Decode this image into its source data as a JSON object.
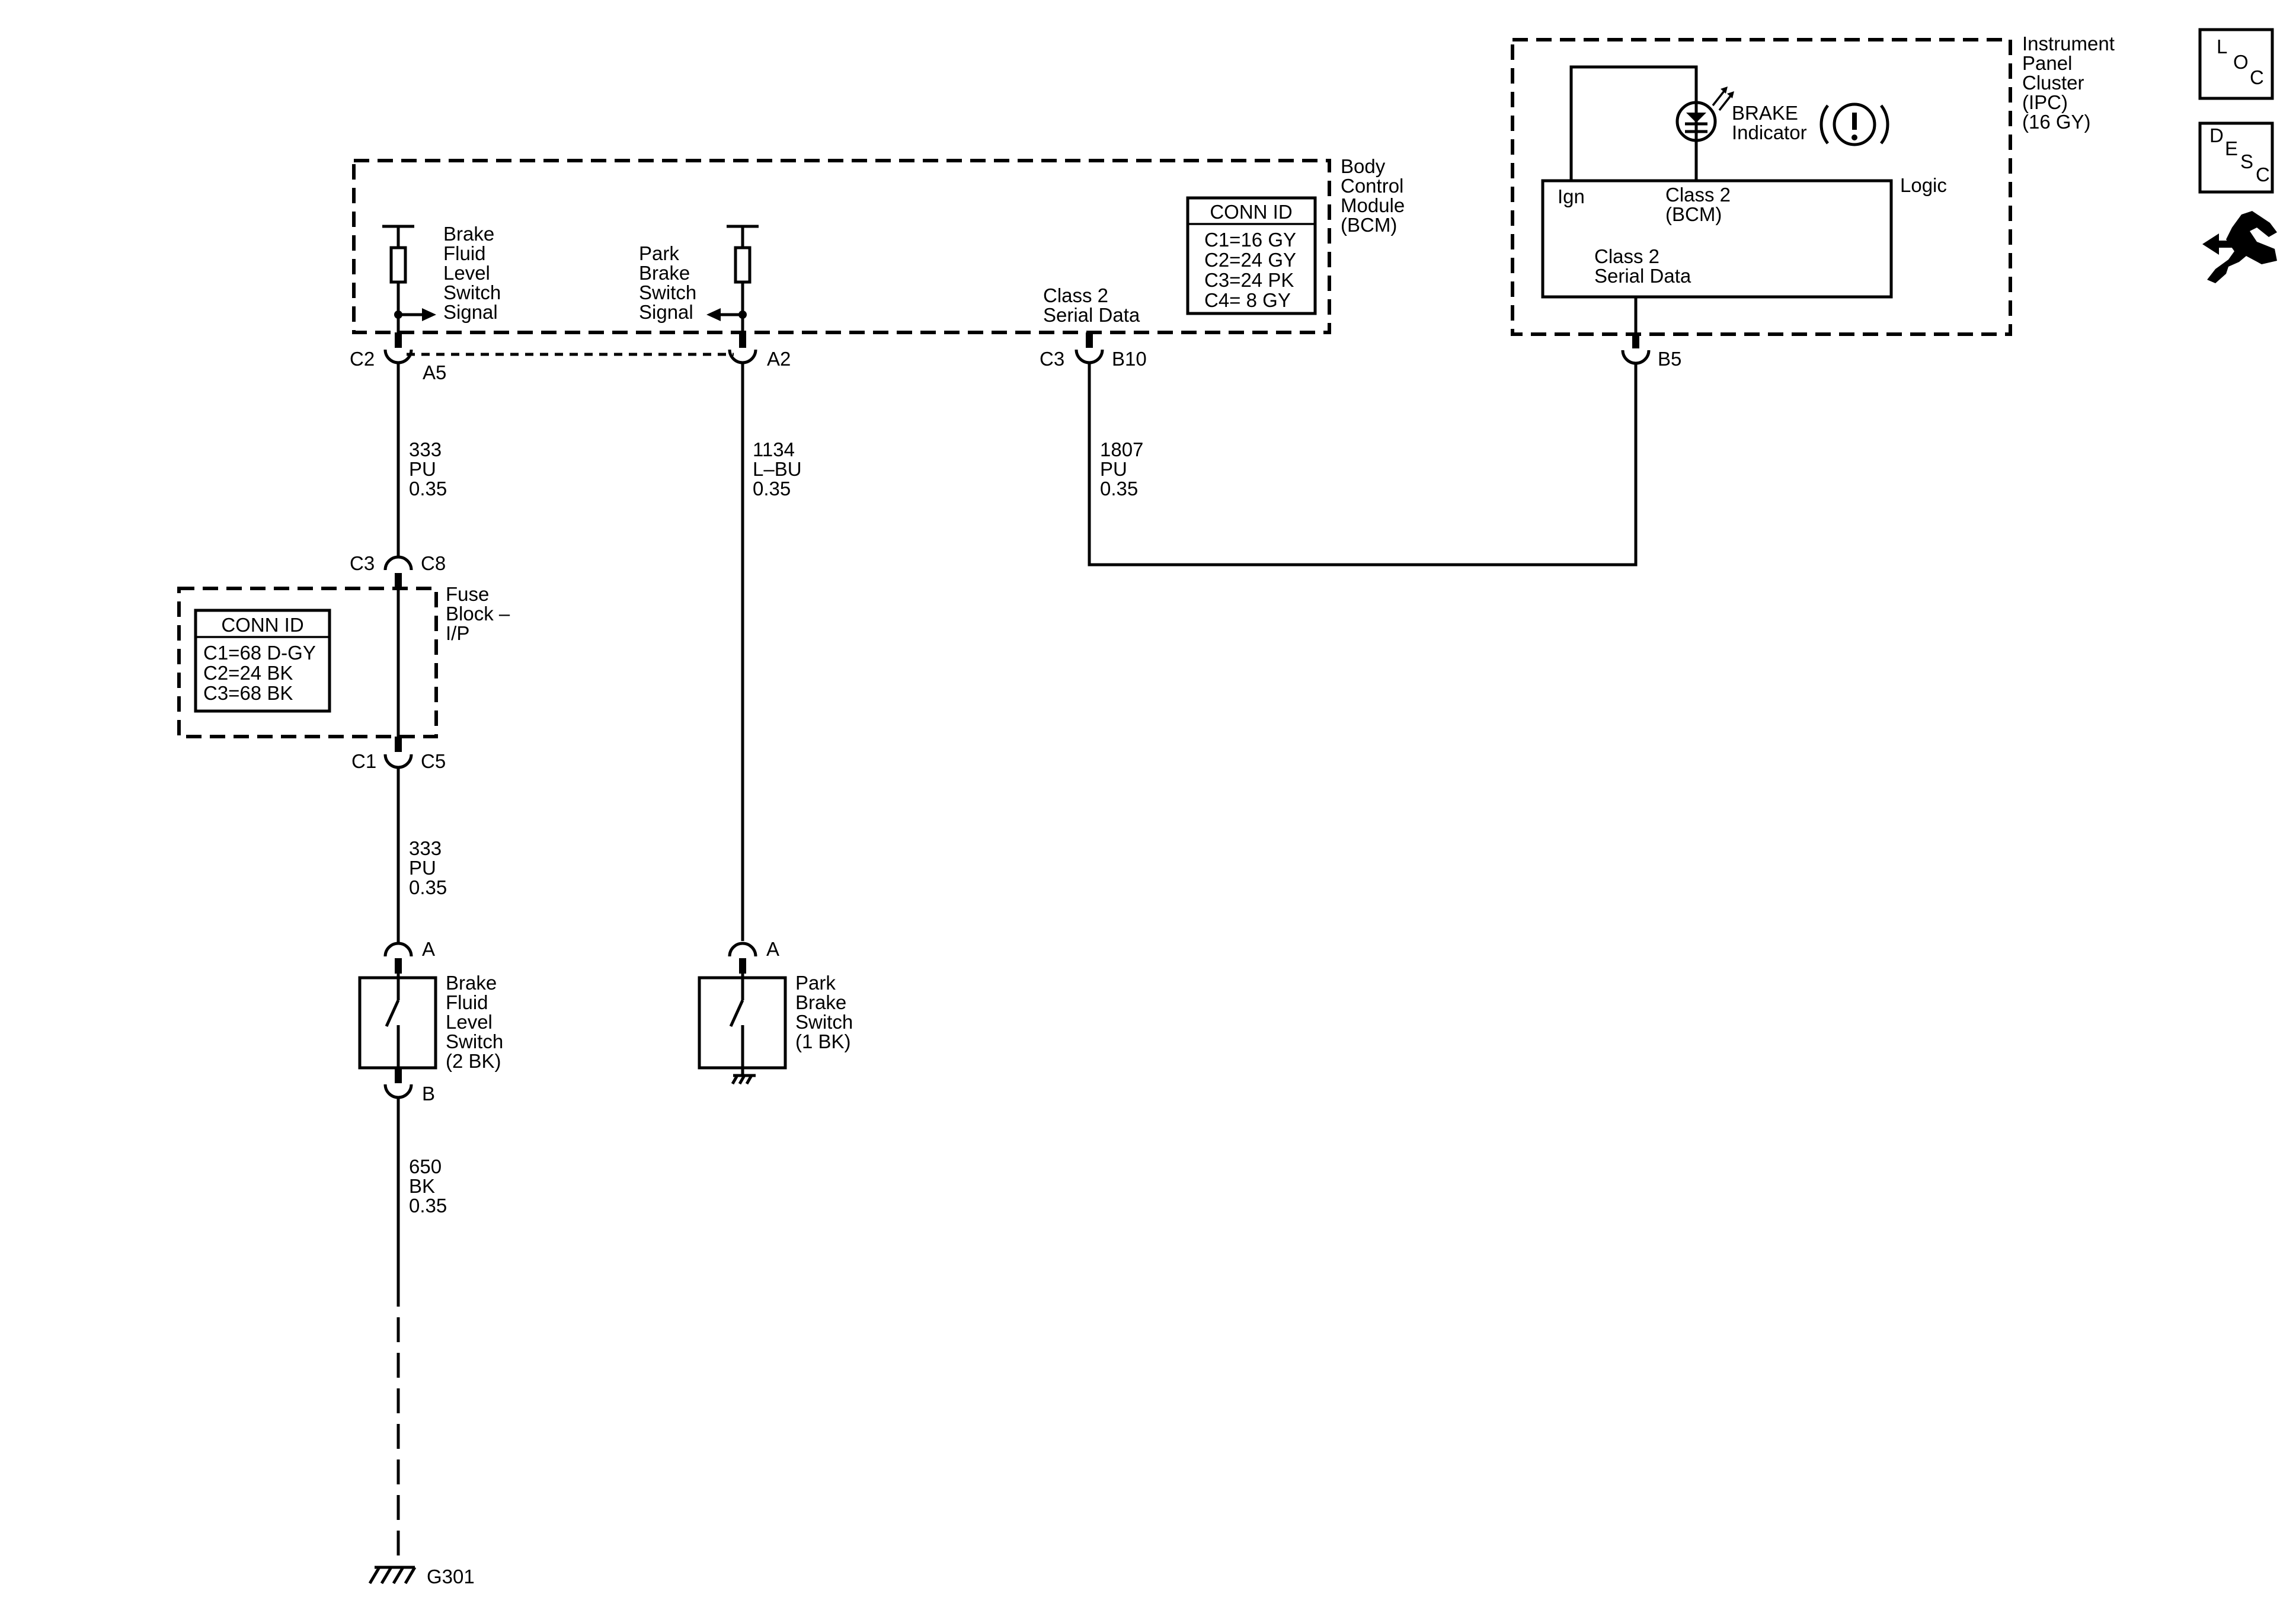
{
  "bcm": {
    "name": [
      "Body",
      "Control",
      "Module",
      "(BCM)"
    ],
    "conn_id": {
      "title": "CONN ID",
      "rows": [
        "C1=16 GY",
        "C2=24 GY",
        "C3=24 PK",
        "C4=  8 GY"
      ]
    },
    "brake_fluid_signal": [
      "Brake",
      "Fluid",
      "Level",
      "Switch",
      "Signal"
    ],
    "park_brake_signal": [
      "Park",
      "Brake",
      "Switch",
      "Signal"
    ],
    "serial_data": [
      "Class 2",
      "Serial Data"
    ]
  },
  "ipc": {
    "name": [
      "Instrument",
      "Panel",
      "Cluster",
      "(IPC)",
      "(16 GY)"
    ],
    "indicator": [
      "BRAKE",
      "Indicator"
    ],
    "logic_label": "Logic",
    "ign_label": "Ign",
    "class2_bcm": [
      "Class 2",
      "(BCM)"
    ],
    "serial_data": [
      "Class 2",
      "Serial Data"
    ]
  },
  "fuse_block": {
    "name": [
      "Fuse",
      "Block –",
      "I/P"
    ],
    "conn_id": {
      "title": "CONN ID",
      "rows": [
        "C1=68 D-GY",
        "C2=24 BK",
        "C3=68 BK"
      ]
    }
  },
  "connectors": {
    "bcm_c2": "C2",
    "bcm_a5": "A5",
    "bcm_a2": "A2",
    "bcm_c3": "C3",
    "bcm_b10": "B10",
    "ipc_b5": "B5",
    "fuse_c3": "C3",
    "fuse_c8": "C8",
    "fuse_c1": "C1",
    "fuse_c5": "C5",
    "fluid_sw_a": "A",
    "fluid_sw_b": "B",
    "park_sw_a": "A"
  },
  "wires": {
    "w333_upper": [
      "333",
      "PU",
      "0.35"
    ],
    "w333_lower": [
      "333",
      "PU",
      "0.35"
    ],
    "w1134": [
      "1134",
      "L–BU",
      "0.35"
    ],
    "w1807": [
      "1807",
      "PU",
      "0.35"
    ],
    "w650": [
      "650",
      "BK",
      "0.35"
    ]
  },
  "switches": {
    "brake_fluid": [
      "Brake",
      "Fluid",
      "Level",
      "Switch",
      "(2 BK)"
    ],
    "park_brake": [
      "Park",
      "Brake",
      "Switch",
      "(1 BK)"
    ]
  },
  "ground": {
    "label": "G301"
  },
  "side_icons": {
    "loc": [
      "L",
      "O",
      "C"
    ],
    "desc": [
      "D",
      "E",
      "S",
      "C"
    ],
    "tool": "wrench-icon"
  }
}
